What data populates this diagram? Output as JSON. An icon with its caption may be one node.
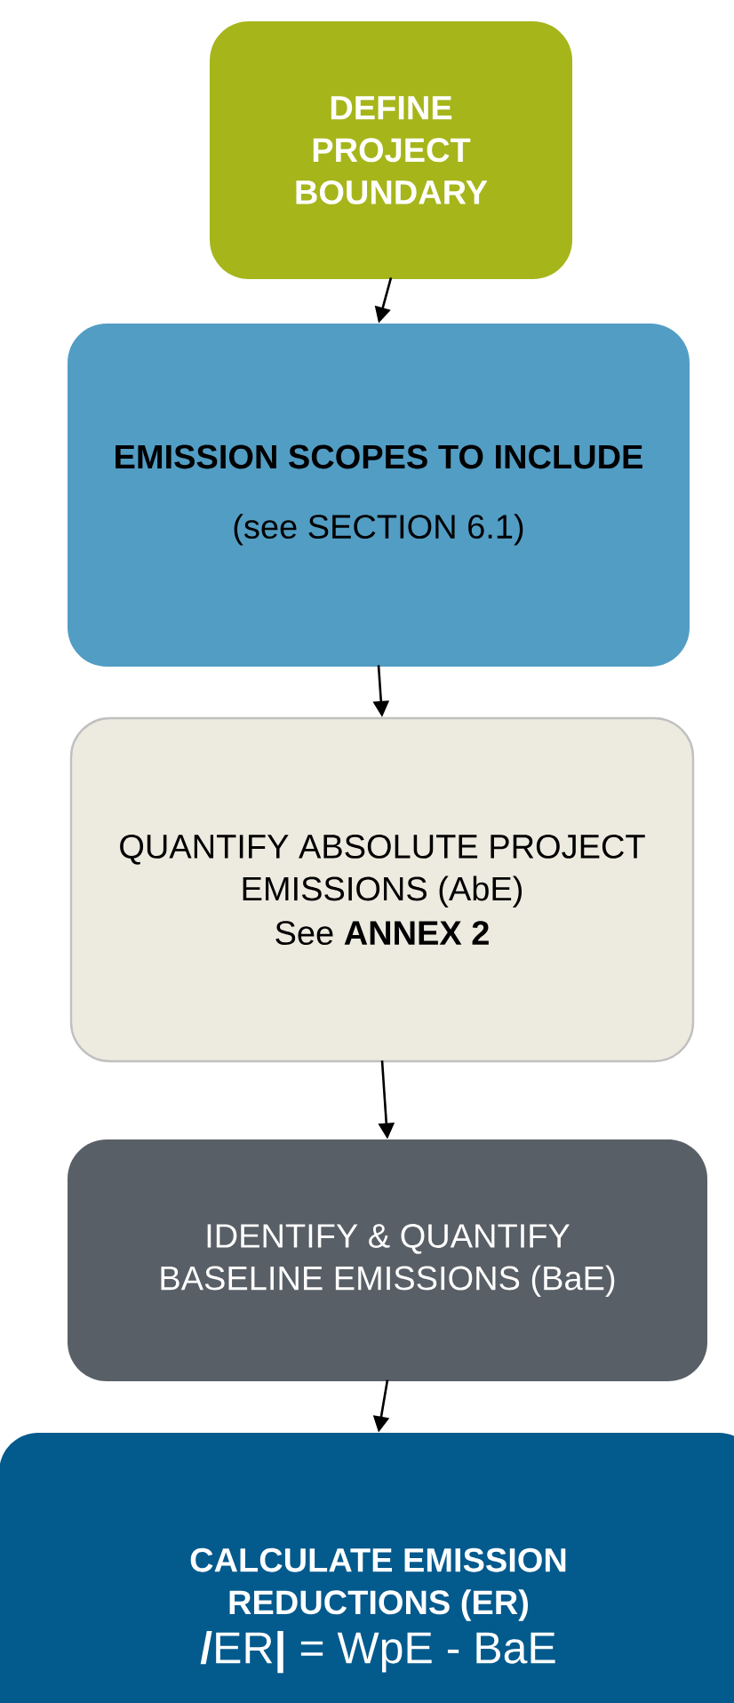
{
  "diagram": {
    "nodes": [
      {
        "text": [
          "DEFINE PROJECT BOUNDARY"
        ]
      },
      {
        "text": [
          "EMISSION SCOPES TO INCLUDE",
          "(see SECTION 6.1)"
        ]
      },
      {
        "text": [
          "QUANTIFY ABSOLUTE PROJECT EMISSIONS (AbE)",
          "See **ANNEX 2**"
        ]
      },
      {
        "text": [
          "IDENTIFY & QUANTIFY BASELINE EMISSIONS (BaE)"
        ]
      },
      {
        "text": [
          "CALCULATE EMISSION REDUCTIONS (ER)",
          "**/**ER**|** = WpE - BaE"
        ]
      }
    ],
    "edges": [
      {
        "from": 0,
        "to": 1,
        "arrow": "to"
      },
      {
        "from": 1,
        "to": 2,
        "arrow": "to"
      },
      {
        "from": 2,
        "to": 3,
        "arrow": "to"
      },
      {
        "from": 3,
        "to": 4,
        "arrow": "to"
      }
    ]
  }
}
